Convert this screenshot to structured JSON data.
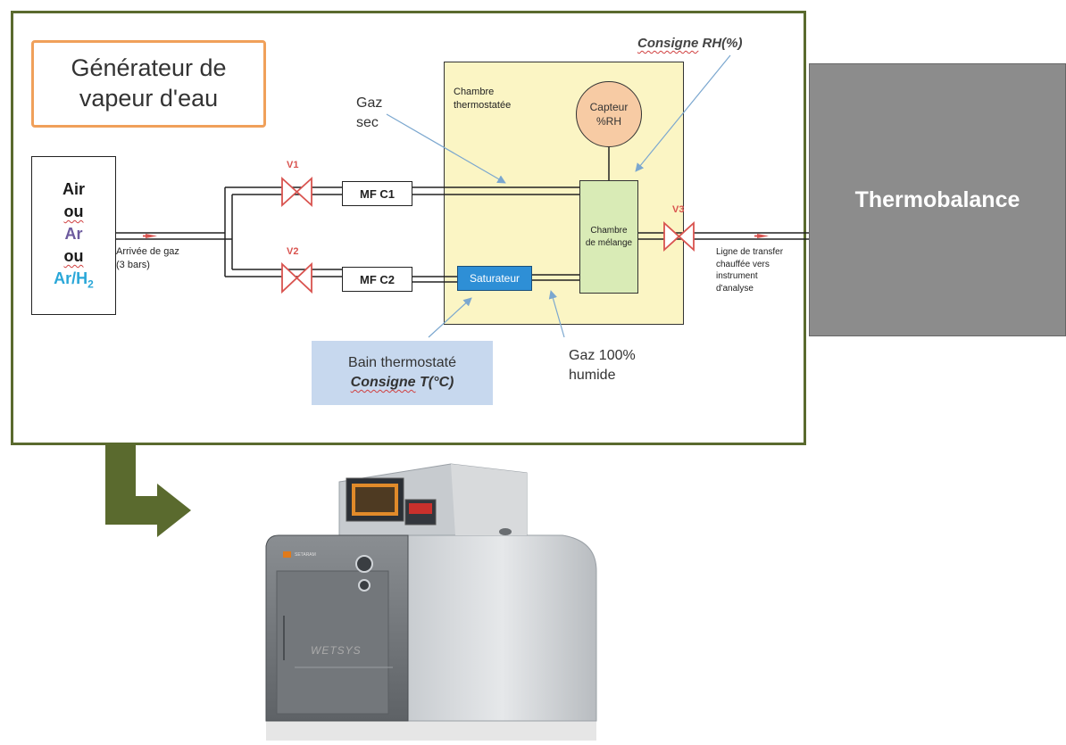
{
  "title": "Générateur de\nvapeur d'eau",
  "gas_source": {
    "lines": [
      {
        "text": "Air",
        "color": "#1a1a1a",
        "underline": false
      },
      {
        "text": "ou",
        "color": "#1a1a1a",
        "underline": true
      },
      {
        "text": "Ar",
        "color": "#6c5a9e",
        "underline": false
      },
      {
        "text": "ou",
        "color": "#1a1a1a",
        "underline": true
      }
    ],
    "last": {
      "text": "Ar/H",
      "sub": "2",
      "color": "#2aa7d8"
    }
  },
  "gas_inlet_label": "Arrivée de gaz\n(3 bars)",
  "valves": {
    "v1": "V1",
    "v2": "V2",
    "v3": "V3"
  },
  "mfc": {
    "mfc1": "MF C1",
    "mfc2": "MF C2"
  },
  "dry_gas_label": "Gaz\nsec",
  "chamber_label": "Chambre\nthermostatée",
  "sensor_label": "Capteur\n%RH",
  "setpoint_rh": {
    "word": "Consigne",
    "rest": " RH(%)"
  },
  "mixing_chamber_label": "Chambre\nde mélange",
  "saturator_label": "Saturateur",
  "bath": {
    "line1": "Bain thermostaté",
    "word": "Consigne",
    "rest": " T(°C)"
  },
  "humid_gas_label": "Gaz 100%\nhumide",
  "transfer_line_label": "Ligne de transfer\nchauffée vers\ninstrument\nd'analyse",
  "thermobalance_label": "Thermobalance",
  "device": {
    "product_label": "WETSYS",
    "brand_label": "SETARAM"
  },
  "colors": {
    "frame": "#5a6a2e",
    "title_border": "#f0a05a",
    "chamber_fill": "#fbf5c4",
    "sensor_fill": "#f7cba4",
    "mix_fill": "#d9ebb6",
    "saturator_fill": "#2e8fd6",
    "bath_fill": "#c7d8ee",
    "valve": "#d9534f",
    "thermobalance_fill": "#8c8c8c",
    "arrow": "#7ba7cf",
    "flow_arrow": "#d9534f",
    "big_arrow": "#5a6a2e"
  }
}
